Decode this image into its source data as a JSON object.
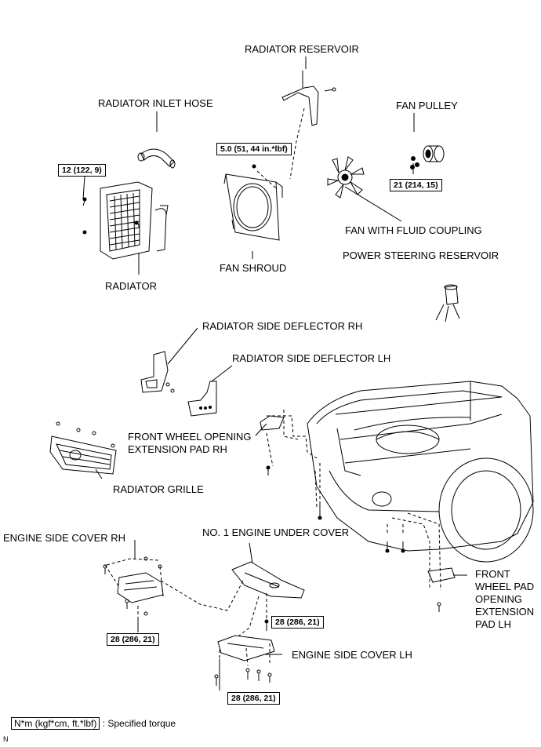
{
  "labels": {
    "radiator_reservoir": "RADIATOR RESERVOIR",
    "radiator_inlet_hose": "RADIATOR INLET HOSE",
    "fan_pulley": "FAN PULLEY",
    "fan_with_fluid_coupling": "FAN WITH FLUID COUPLING",
    "power_steering_reservoir": "POWER STEERING RESERVOIR",
    "fan_shroud": "FAN SHROUD",
    "radiator": "RADIATOR",
    "radiator_side_deflector_rh": "RADIATOR SIDE DEFLECTOR RH",
    "radiator_side_deflector_lh": "RADIATOR SIDE DEFLECTOR LH",
    "front_wheel_opening_extension_pad_rh": [
      "FRONT WHEEL OPENING",
      "EXTENSION PAD RH"
    ],
    "radiator_grille": "RADIATOR GRILLE",
    "no1_engine_under_cover": "NO. 1 ENGINE UNDER COVER",
    "engine_side_cover_rh": "ENGINE SIDE COVER RH",
    "front_wheel_pad_opening_extension_pad_lh": [
      "FRONT",
      "WHEEL PAD",
      "OPENING",
      "EXTENSION",
      "PAD LH"
    ],
    "engine_side_cover_lh": "ENGINE SIDE COVER LH"
  },
  "torques": {
    "radiator": "12 (122, 9)",
    "fan_shroud": "5.0 (51, 44 in.*lbf)",
    "fan_pulley": "21 (214, 15)",
    "no1_engine_under_cover": "28 (286, 21)",
    "engine_side_cover_rh": "28 (286, 21)",
    "engine_side_cover_lh": "28 (286, 21)"
  },
  "legend": {
    "units": "N*m (kgf*cm, ft.*lbf)",
    "text": " : Specified torque"
  },
  "figure_code": "N"
}
